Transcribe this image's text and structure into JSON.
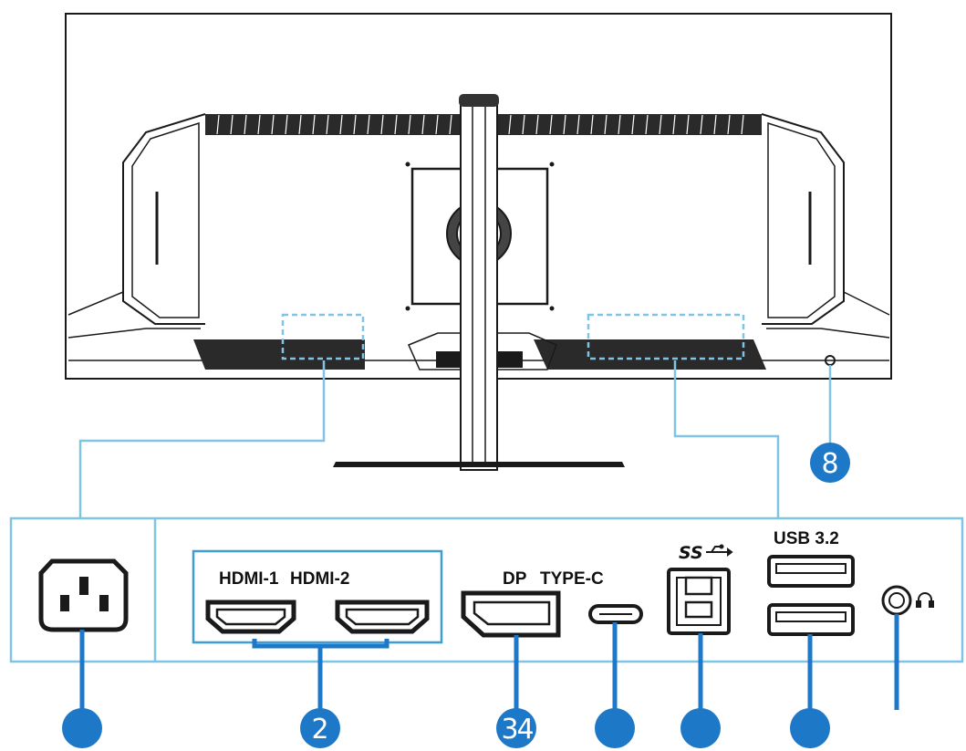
{
  "ports": {
    "hdmi1_label": "HDMI-1",
    "hdmi2_label": "HDMI-2",
    "dp_label": "DP",
    "typec_label": "TYPE-C",
    "usbb_label": "SS",
    "usba_label": "USB 3.2"
  },
  "callouts": {
    "c1": "",
    "c2": "2",
    "c3": "3",
    "c4": "4",
    "c5": "",
    "c6": "",
    "c7": "",
    "c8": "8"
  },
  "colors": {
    "accent": "#1e78c8",
    "line": "#7fc4e4",
    "outline": "#1a1a1a"
  }
}
